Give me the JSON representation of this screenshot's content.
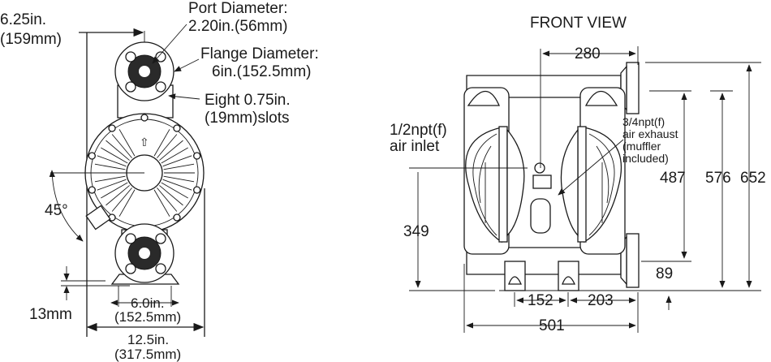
{
  "side_view": {
    "width_half": [
      "6.25in.",
      "(159mm)"
    ],
    "port_diameter": [
      "Port Diameter:",
      "2.20in.(56mm)"
    ],
    "flange_diameter": [
      "Flange Diameter:",
      "6in.(152.5mm)"
    ],
    "slots": [
      "Eight 0.75in.",
      "(19mm)slots"
    ],
    "angle": "45°",
    "base_height": "13mm",
    "base_width": [
      "6.0in.",
      "(152.5mm)"
    ],
    "overall_width": [
      "12.5in.",
      "(317.5mm)"
    ]
  },
  "front_view": {
    "title": "FRONT VIEW",
    "dim_280": "280",
    "air_inlet": [
      "1/2npt(f)",
      "air inlet"
    ],
    "air_exhaust": [
      "3/4npt(f)",
      "air exhaust",
      "(muffler",
      "included)"
    ],
    "dim_487": "487",
    "dim_576": "576",
    "dim_652": "652",
    "dim_349": "349",
    "dim_89": "89",
    "dim_152": "152",
    "dim_203": "203",
    "dim_501": "501"
  }
}
